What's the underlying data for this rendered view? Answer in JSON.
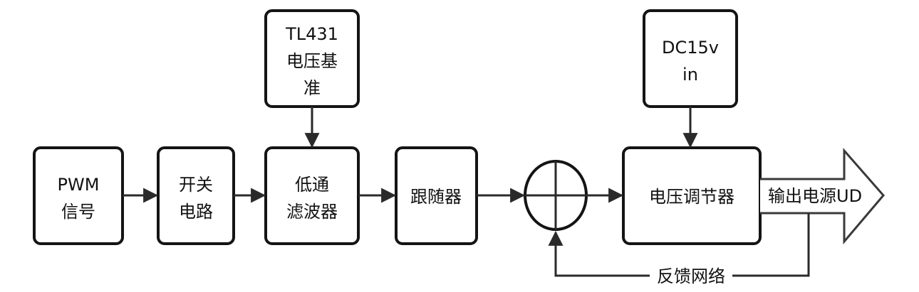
{
  "blocks": {
    "pwm": [
      "PWM",
      "信号"
    ],
    "switch": [
      "开关",
      "电路"
    ],
    "reference": [
      "TL431",
      "电压基",
      "准"
    ],
    "lowpass": [
      "低通",
      "滤波器"
    ],
    "follower": [
      "跟随器"
    ],
    "dc_input": [
      "DC15v",
      "in"
    ],
    "regulator": [
      "电压调节器"
    ]
  },
  "output_label": "输出电源UD",
  "feedback_label": "反馈网络"
}
